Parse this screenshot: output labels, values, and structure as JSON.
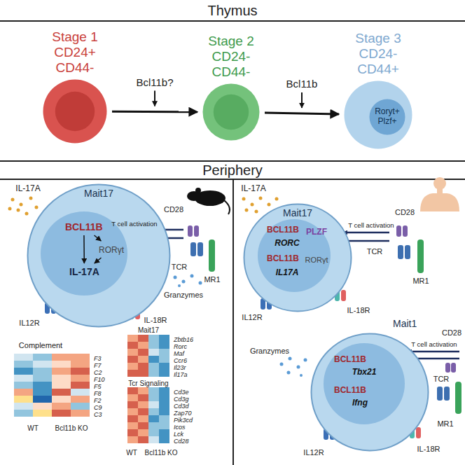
{
  "diagram": {
    "nodes": [
      {
        "text": [
          "Stage 1 CD24+ CD44-"
        ]
      },
      {
        "text": [
          "Stage 2 CD24- CD44-"
        ]
      },
      {
        "text": [
          "Stage 3 CD24- CD44+"
        ]
      },
      {
        "text": [
          "Roryt+ Plzf+"
        ],
        "in": 2
      },
      {
        "text": [
          "Mait17"
        ]
      },
      {
        "text": [
          "BCL11B"
        ],
        "in": 4
      },
      {
        "text": [
          "RORγt"
        ],
        "in": 4
      },
      {
        "text": [
          "IL-17A"
        ],
        "in": 4
      },
      {
        "text": [
          "Mait17"
        ]
      },
      {
        "text": [
          "Mait1"
        ]
      }
    ],
    "edges": [
      {
        "from": 0,
        "to": 1,
        "label": "Bcl11b?",
        "arrow": "to"
      },
      {
        "from": 1,
        "to": 2,
        "label": "Bcl11b",
        "arrow": "to"
      },
      {
        "from": 5,
        "to": 6,
        "arrow": "to"
      },
      {
        "from": 5,
        "to": 7,
        "arrow": "to"
      },
      {
        "from": 6,
        "to": 7,
        "arrow": "to"
      }
    ],
    "labels": [
      "Thymus",
      "Periphery",
      "IL-17A",
      "T cell activation",
      "CD28",
      "TCR",
      "MR1",
      "Granzymes",
      "IL12R",
      "IL-18R",
      "Complement",
      "F3",
      "F7",
      "C2",
      "F10",
      "F5",
      "F8",
      "F2",
      "C9",
      "C3",
      "WT",
      "Bcl11b KO",
      "Mait17",
      "Zbtb16",
      "Rorc",
      "Maf",
      "Ccr6",
      "Il23r",
      "Il17a",
      "Tcr Signaling",
      "Cd3e",
      "Cd3g",
      "Cd3d",
      "Zap70",
      "Pik3cd",
      "Icos",
      "Lck",
      "Cd28",
      "WT",
      "Bcl11b KO",
      "IL-17A",
      "BCL11B",
      "PLZF",
      "RORC",
      "BCL11B",
      "RORγt",
      "IL17A",
      "T cell activation",
      "CD28",
      "TCR",
      "MR1",
      "IL12R",
      "IL-18R",
      "BCL11B",
      "Tbx21",
      "BCL11B",
      "Ifng",
      "Granzymes",
      "T cell activation",
      "CD28",
      "TCR",
      "MR1",
      "IL12R",
      "IL-18R"
    ]
  }
}
